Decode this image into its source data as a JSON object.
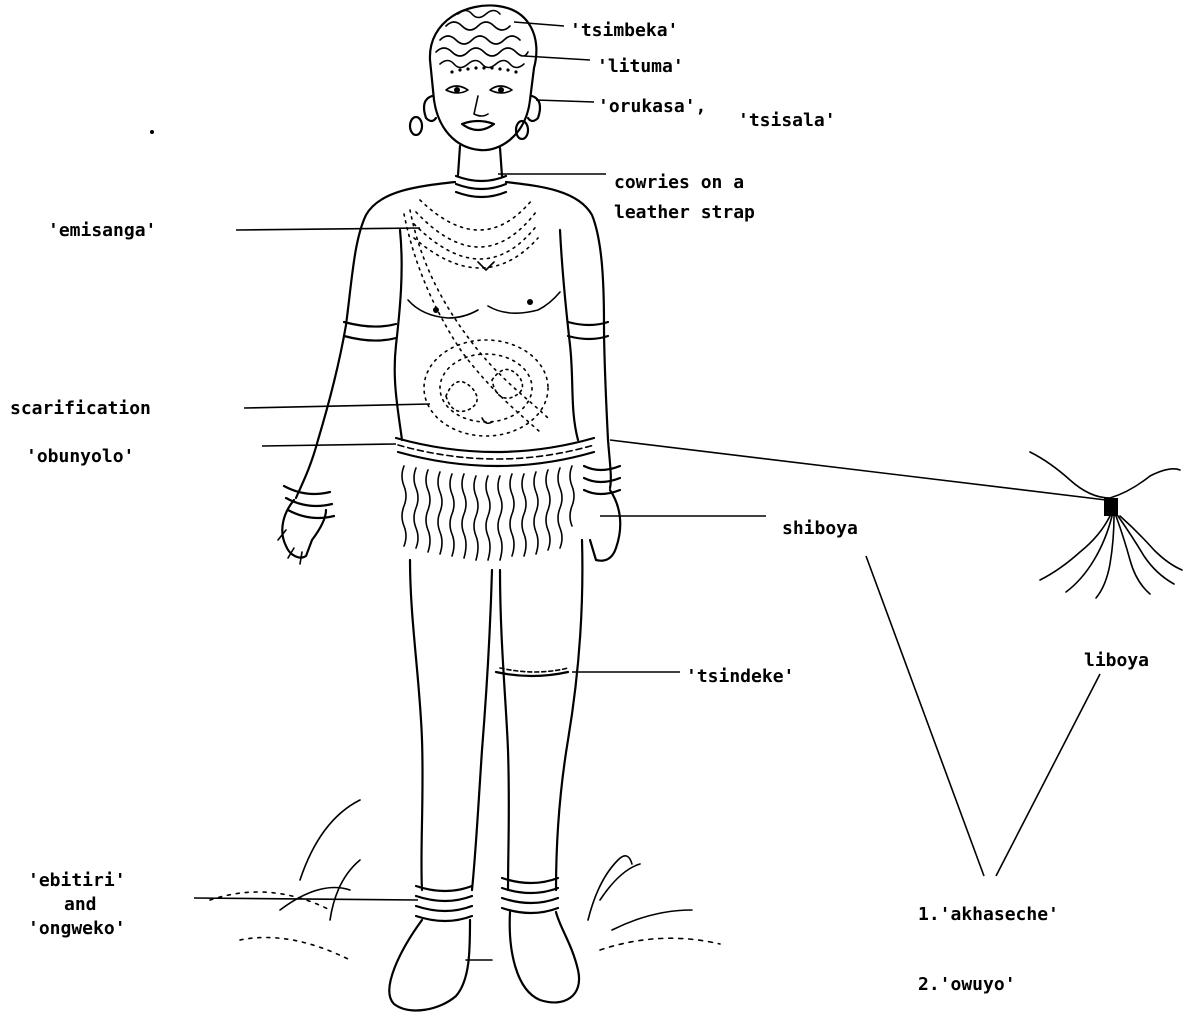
{
  "labels": {
    "tsimbeka": "'tsimbeka'",
    "lituma": "'lituma'",
    "orukasa": "'orukasa',",
    "tsisala": "'tsisala'",
    "cowries_1": "cowries on a",
    "cowries_2": "leather strap",
    "emisanga": "'emisanga'",
    "scarification": "scarification",
    "obunyolo": "'obunyolo'",
    "shiboya": "shiboya",
    "tsindeke": "'tsindeke'",
    "liboya": "liboya",
    "ebitiri_1": "'ebitiri'",
    "ebitiri_2": "and",
    "ebitiri_3": "'ongweko'",
    "akhaseche": "1.'akhaseche'",
    "owuyo": "2.'owuyo'"
  },
  "colors": {
    "ink": "#000000",
    "paper": "#ffffff"
  }
}
